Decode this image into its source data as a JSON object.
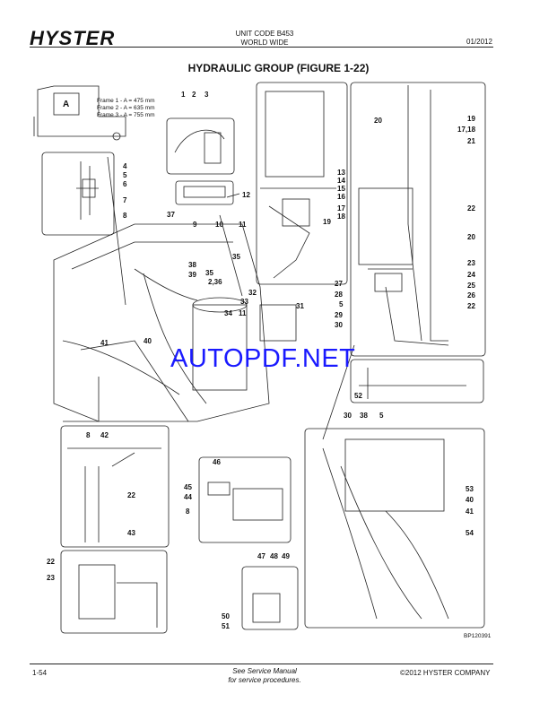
{
  "header": {
    "brand": "HYSTER",
    "unit_code_line1": "UNIT CODE B453",
    "unit_code_line2": "WORLD WIDE",
    "date": "01/2012"
  },
  "title": "HYDRAULIC GROUP (FIGURE 1-22)",
  "frame_notes": [
    "Frame 1 - A = 475 mm",
    "Frame 2 - A = 635 mm",
    "Frame 3 - A = 755 mm"
  ],
  "frame_letter": "A",
  "callouts": {
    "c1": "1",
    "c2": "2",
    "c3": "3",
    "c4": "4",
    "c5": "5",
    "c6": "6",
    "c7": "7",
    "c8": "8",
    "c37": "37",
    "c9": "9",
    "c10": "10",
    "c11": "11",
    "c12": "12",
    "c38": "38",
    "c39": "39",
    "c35": "35",
    "c35b": "35",
    "c236": "2,36",
    "c32": "32",
    "c33": "33",
    "c34": "34",
    "c11b": "11",
    "c31": "31",
    "c40": "40",
    "c41": "41",
    "c13": "13",
    "c14": "14",
    "c15": "15",
    "c16": "16",
    "c17": "17",
    "c18": "18",
    "c19": "19",
    "c20a": "20",
    "c19b": "19",
    "c1718": "17,18",
    "c21": "21",
    "c22a": "22",
    "c20b": "20",
    "c23": "23",
    "c24": "24",
    "c25": "25",
    "c26": "26",
    "c22b": "22",
    "c27": "27",
    "c28": "28",
    "c5b": "5",
    "c29": "29",
    "c30": "30",
    "c52": "52",
    "c8b": "8",
    "c42": "42",
    "c22c": "22",
    "c43": "43",
    "c46": "46",
    "c45": "45",
    "c44": "44",
    "c8c": "8",
    "c30b": "30",
    "c38b": "38",
    "c5c": "5",
    "c53": "53",
    "c40b": "40",
    "c41b": "41",
    "c54": "54",
    "c22d": "22",
    "c23b": "23",
    "c47": "47",
    "c48": "48",
    "c49": "49",
    "c50": "50",
    "c51": "51"
  },
  "watermark": "AUTOPDF.NET",
  "figure_id": "BP120391",
  "footer": {
    "page": "1-54",
    "note_line1": "See Service Manual",
    "note_line2": "for service procedures.",
    "copyright": "©2012 HYSTER COMPANY"
  },
  "colors": {
    "watermark": "#1a1aff",
    "line": "#222222"
  }
}
